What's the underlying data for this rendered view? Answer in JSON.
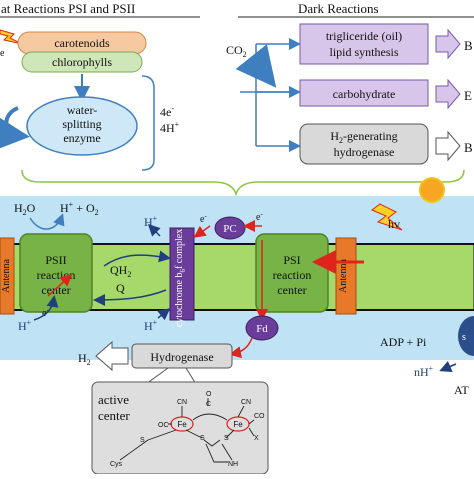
{
  "header": {
    "light_title": "at Reactions PSI and PSII",
    "dark_title": "Dark Reactions"
  },
  "light": {
    "carotenoids": "carotenoids",
    "chlorophylls": "chlorophylls",
    "enzyme_line1": "water-",
    "enzyme_line2": "splitting",
    "enzyme_line3": "enzyme",
    "electrons": "4e",
    "electrons_sup": "-",
    "protons": "4H",
    "protons_sup": "+",
    "left_edge_e": "e"
  },
  "dark": {
    "co2": "CO",
    "co2_sub": "2",
    "lipid_line1": "trigliceride (oil)",
    "lipid_line2": "lipid synthesis",
    "carbohydrate": "carbohydrate",
    "hydrogenase_line1_a": "H",
    "hydrogenase_line1_sub": "2",
    "hydrogenase_line1_b": "-generating",
    "hydrogenase_line2": "hydrogenase",
    "out_b1": "B",
    "out_e": "E",
    "out_b2": "B"
  },
  "membrane": {
    "h2o": "H",
    "h2o_sub": "2",
    "h2o_end": "O",
    "hplus_o2": "H",
    "hplus_o2_sup": "+",
    "hplus_o2_end": " + O",
    "hplus_o2_sub": "2",
    "antenna_left": "Antenna",
    "psii_line1": "PSII",
    "psii_line2": "reaction",
    "psii_line3": "center",
    "qh2": "QH",
    "qh2_sub": "2",
    "q": "Q",
    "cytochrome_line1": "cytochrome",
    "cytochrome_line2": "b",
    "cytochrome_line2_sub": "6",
    "cytochrome_line2_end": "f complex",
    "pc": "PC",
    "psi_line1": "PSI",
    "psi_line2": "reaction",
    "psi_line3": "center",
    "antenna_right": "Antenna",
    "hv": "hv",
    "fd": "Fd",
    "e": "e",
    "e_sup": "-",
    "hplus": "H",
    "hplus_sup": "+",
    "adp": "ADP + Pi",
    "nh": "nH",
    "nh_sup": "+",
    "atp_partial": "AT",
    "synthase_partial": "s",
    "h2": "H",
    "h2_sub": "2",
    "hydrogenase": "Hydrogenase"
  },
  "active_center": {
    "title_line1": "active",
    "title_line2": "center",
    "fe": "Fe",
    "cn": "CN",
    "oc": "OC",
    "co": "CO",
    "c": "C",
    "o": "O",
    "x": "X",
    "s": "S",
    "cys": "Cys",
    "nh": "NH"
  },
  "colors": {
    "light_box_orange": "#f7c9a0",
    "light_box_green": "#cfe6b8",
    "enzyme_blue": "#cfe8f7",
    "dark_box_purple": "#d8c6ea",
    "dark_box_gray": "#d9d9d9",
    "arrow_blue": "#3f7fbf",
    "membrane_green": "#8cc63f",
    "psii_green": "#77b346",
    "cytochrome_purple": "#6a3d9a",
    "pc_purple": "#6a3d9a",
    "antenna_orange": "#e8792a",
    "electron_red": "#e0231c",
    "band_blue": "#bfe3f5",
    "lightning_yellow": "#ffd21f",
    "sun_orange": "#f7a623"
  }
}
